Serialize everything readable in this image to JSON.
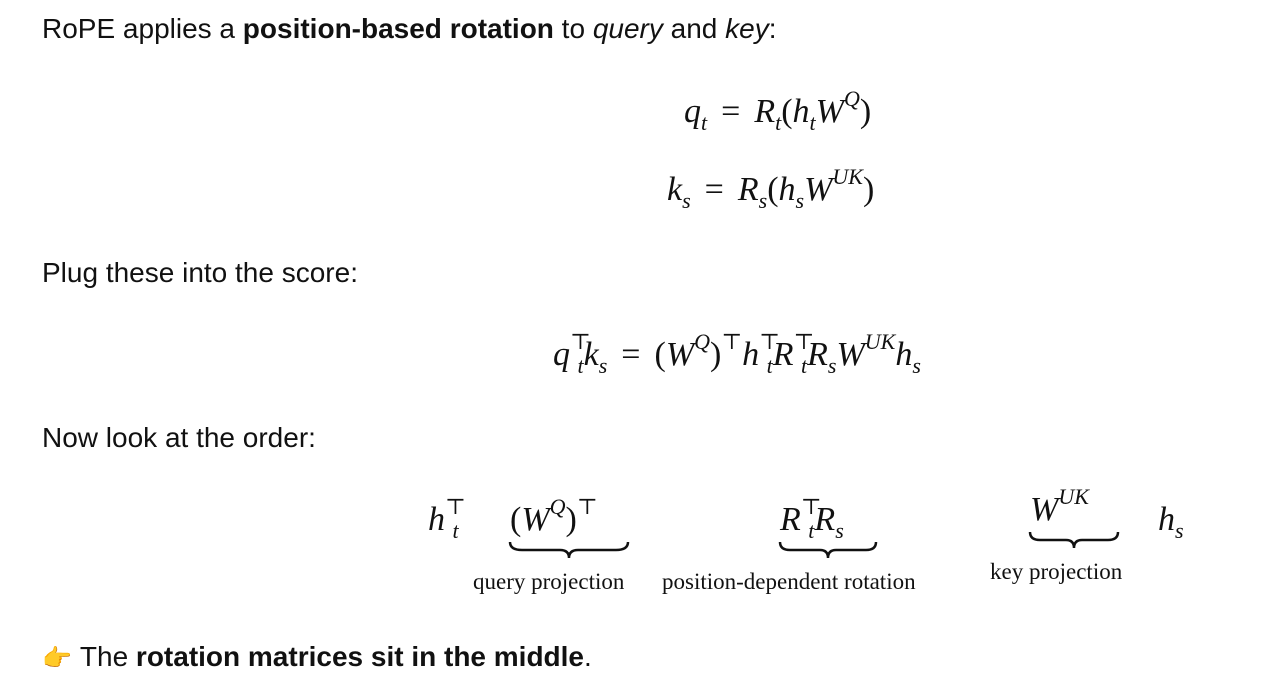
{
  "intro": {
    "pre": "RoPE applies a ",
    "bold": "position-based rotation",
    "mid": " to ",
    "q": "query",
    "and": " and ",
    "k": "key",
    "end": ":"
  },
  "eq1": [
    [
      "q",
      "t",
      ""
    ],
    [
      "=",
      "",
      ""
    ],
    [
      "R",
      "t",
      ""
    ],
    [
      "(",
      "",
      ""
    ],
    [
      "h",
      "t",
      ""
    ],
    [
      "W",
      "",
      "Q"
    ],
    [
      ")",
      "",
      ""
    ]
  ],
  "eq2": [
    [
      "k",
      "s",
      ""
    ],
    [
      "=",
      "",
      ""
    ],
    [
      "R",
      "s",
      ""
    ],
    [
      "(",
      "",
      ""
    ],
    [
      "h",
      "s",
      ""
    ],
    [
      "W",
      "",
      "UK"
    ],
    [
      ")",
      "",
      ""
    ]
  ],
  "plug": "Plug these into the score:",
  "eq3": [
    [
      "q",
      "t",
      "⊤"
    ],
    [
      "k",
      "s",
      ""
    ],
    [
      "=",
      "",
      ""
    ],
    [
      "(",
      "",
      ""
    ],
    [
      "W",
      "",
      "Q"
    ],
    [
      ")",
      "",
      "⊤"
    ],
    [
      "h",
      "t",
      "⊤"
    ],
    [
      "R",
      "t",
      "⊤"
    ],
    [
      "R",
      "s",
      ""
    ],
    [
      "W",
      "",
      "UK"
    ],
    [
      "h",
      "s",
      ""
    ]
  ],
  "order_text": "Now look at the order:",
  "order": {
    "h_t": [
      [
        "h",
        "t",
        "⊤"
      ]
    ],
    "wq": [
      [
        "(",
        "",
        ""
      ],
      [
        "W",
        "",
        "Q"
      ],
      [
        ")",
        "",
        "⊤"
      ]
    ],
    "rr": [
      [
        "R",
        "t",
        "⊤"
      ],
      [
        "R",
        "s",
        ""
      ]
    ],
    "wuk": [
      [
        "W",
        "",
        "UK"
      ]
    ],
    "h_s": [
      [
        "h",
        "s",
        ""
      ]
    ],
    "labels": {
      "query": "query projection",
      "position": "position-dependent rotation",
      "key": "key projection"
    }
  },
  "conclusion": {
    "emoji": "👉",
    "pre": "The ",
    "bold": "rotation matrices sit in the middle",
    "end": "."
  }
}
